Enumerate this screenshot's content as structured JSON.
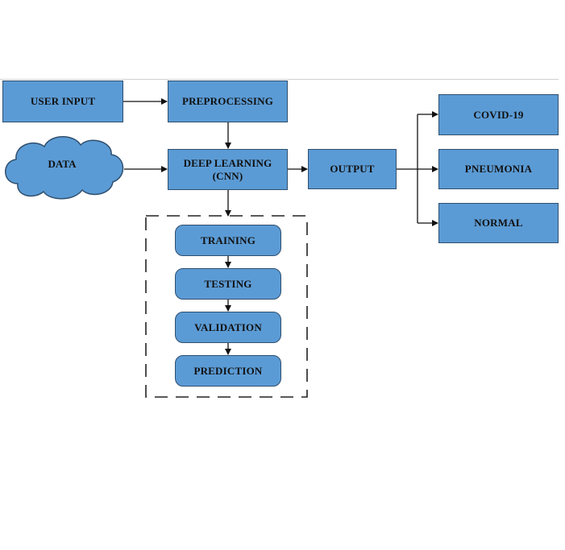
{
  "nodes": {
    "user_input": "USER INPUT",
    "preprocessing": "PREPROCESSING",
    "data": "DATA",
    "deep_learning_line1": "DEEP LEARNING",
    "deep_learning_line2": "(CNN)",
    "output": "OUTPUT",
    "covid": "COVID-19",
    "pneumonia": "PNEUMONIA",
    "normal": "NORMAL",
    "training": "TRAINING",
    "testing": "TESTING",
    "validation": "VALIDATION",
    "prediction": "PREDICTION"
  },
  "colors": {
    "box_fill": "#5b9bd5",
    "box_border": "#2f4f6f",
    "connector": "#111111"
  }
}
